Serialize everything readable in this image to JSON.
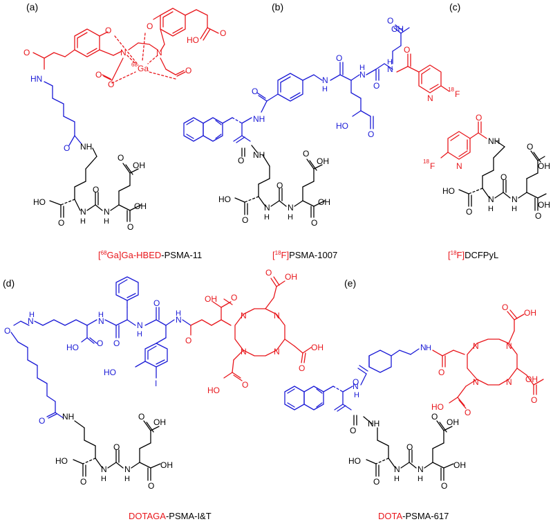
{
  "colors": {
    "black": "#000000",
    "blue": "#1a1ad6",
    "red": "#e8161b"
  },
  "panels": {
    "a": {
      "label": "(a)",
      "caption": {
        "iso": "68",
        "red_part": "Ga]Ga-HBED",
        "open": "[",
        "black_part": "-PSMA-11"
      },
      "atoms": {
        "o1": "O",
        "o2": "O",
        "n1": "N",
        "n2": "N",
        "ga_iso": "68",
        "ga": "Ga",
        "oh_top": "HO",
        "o_amide": "O",
        "hn": "HN",
        "o2_amide": "O",
        "nh": "NH",
        "oh1": "OH",
        "oh2": "OH",
        "ho": "HO",
        "o_b1": "O",
        "n_u1": "N",
        "n_u2": "N",
        "h1": "H",
        "h2": "H",
        "o_urea": "O",
        "o_b2": "O",
        "o_c1": "O",
        "o_c2": "O",
        "o_c3": "O",
        "o_c4": "O"
      }
    },
    "b": {
      "label": "(b)",
      "caption": {
        "open": "[",
        "iso": "18",
        "red_part": "F]",
        "black_part": "PSMA-1007"
      },
      "atoms": {
        "oh_top": "OH",
        "o_top": "O",
        "nh1": "N",
        "h_nh1": "H",
        "o1": "O",
        "nh2": "N",
        "h_nh2": "H",
        "o2": "O",
        "nh3": "N",
        "h_nh3": "H",
        "o3": "O",
        "n_pyr": "N",
        "f_iso": "18",
        "f": "F",
        "o4": "O",
        "nh4": "NH",
        "ho": "HO",
        "o5": "O",
        "o6": "O",
        "nh5": "NH",
        "oh1": "OH",
        "ho2": "HO",
        "oh2": "OH",
        "n_u1": "N",
        "n_u2": "N",
        "h1": "H",
        "h2": "H",
        "o_u": "O",
        "o_b1": "O",
        "o_b2": "O",
        "o_c": "O"
      }
    },
    "c": {
      "label": "(c)",
      "caption": {
        "open": "[",
        "iso": "18",
        "red_part": "F]",
        "black_part": "DCFPyL"
      },
      "atoms": {
        "o1": "O",
        "nh": "NH",
        "f_iso": "18",
        "f": "F",
        "n_pyr": "N",
        "oh1": "OH",
        "ho": "HO",
        "oh2": "OH",
        "n_u1": "N",
        "n_u2": "N",
        "h1": "H",
        "h2": "H",
        "o_u": "O",
        "o_b1": "O",
        "o_b2": "O",
        "o_c": "O"
      }
    },
    "d": {
      "label": "(d)",
      "caption": {
        "red_part": "DOTAGA",
        "black_part": "-PSMA-I&T"
      },
      "atoms": {
        "o_left": "O",
        "n_h": "N",
        "h_n": "H",
        "ho": "HO",
        "oh_top": "OH",
        "o_ar": "O",
        "nh1": "N",
        "h1": "H",
        "o1": "O",
        "nh2": "N",
        "h2": "H",
        "o2": "O",
        "nh3": "N",
        "h3": "H",
        "o3": "O",
        "o_red": "O",
        "n1": "N",
        "n2": "N",
        "n3": "N",
        "n4": "N",
        "oh_r1": "OH",
        "oh_r2": "OH",
        "ho_r": "HO",
        "o_r1": "O",
        "o_r2": "O",
        "o_r3": "O",
        "ho_ph": "HO",
        "i": "I",
        "o_ak": "O",
        "nh_ak": "NH",
        "oh_glu": "OH",
        "ho_glu": "HO",
        "oh_glu2": "OH",
        "n_u1": "N",
        "n_u2": "N",
        "hu1": "H",
        "hu2": "H",
        "o_u": "O",
        "o_b1": "O",
        "o_b2": "O",
        "o_c": "O"
      }
    },
    "e": {
      "label": "(e)",
      "caption": {
        "red_part": "DOTA",
        "black_part": "-PSMA-617"
      },
      "atoms": {
        "nh_link": "N",
        "h_link": "H",
        "o_red": "O",
        "o_am": "O",
        "nh1": "N",
        "h1": "H",
        "n1": "N",
        "n2": "N",
        "n3": "N",
        "n4": "N",
        "oh_r1": "OH",
        "oh_r2": "OH",
        "ho_r": "HO",
        "o_r1": "O",
        "o_r2": "O",
        "o_r3": "O",
        "o2": "O",
        "nh2": "NH",
        "oh_glu": "OH",
        "ho_glu": "HO",
        "oh_glu2": "OH",
        "n_u1": "N",
        "n_u2": "N",
        "hu1": "H",
        "hu2": "H",
        "o_u": "O",
        "o_b1": "O",
        "o_b2": "O",
        "o_c": "O"
      }
    }
  }
}
